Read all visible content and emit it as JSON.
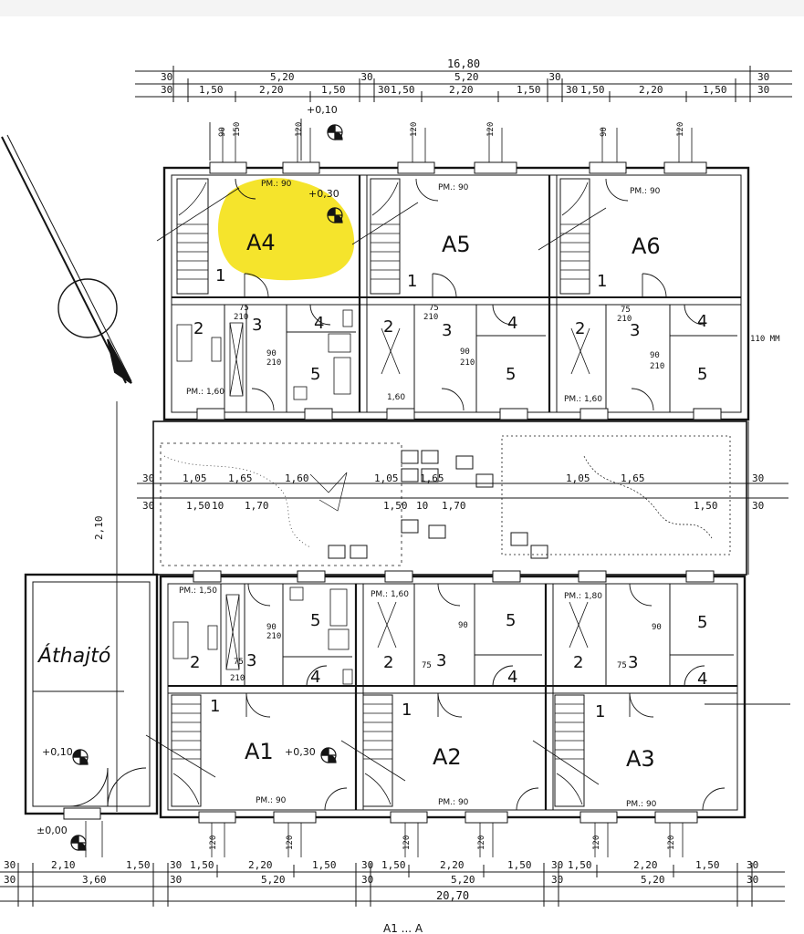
{
  "colors": {
    "ink": "#141414",
    "paper": "#ffffff",
    "highlight": "#f4e21a",
    "topband": "#f4f4f4"
  },
  "overall": {
    "top_total": "16,80",
    "bottom_total": "20,70"
  },
  "dims": {
    "top_row1": [
      "30",
      "5,20",
      "30",
      "5,20",
      "30",
      "30"
    ],
    "top_row2": [
      "30",
      "1,50",
      "2,20",
      "1,50",
      "30",
      "1,50",
      "2,20",
      "1,50",
      "30",
      "1,50",
      "2,20",
      "1,50",
      "30"
    ],
    "bottom_row1": [
      "30",
      "2,10",
      "1,50",
      "30",
      "1,50",
      "2,20",
      "1,50",
      "30",
      "1,50",
      "2,20",
      "1,50",
      "30",
      "1,50",
      "2,20",
      "1,50",
      "30"
    ],
    "bottom_row2": [
      "30",
      "3,60",
      "30",
      "5,20",
      "30",
      "5,20",
      "30",
      "5,20",
      "30"
    ],
    "mid_row": [
      "30",
      "1,05",
      "1,65",
      "1,60",
      "1,05",
      "1,65",
      "1,05",
      "1,65",
      "30"
    ],
    "mid_row2": [
      "30",
      "1,50",
      "10",
      "1,70",
      "1,50",
      "10",
      "1,70",
      "1,50",
      "30"
    ],
    "courtyard_side": "2,10",
    "tag_110": "110 MM"
  },
  "apartments": [
    {
      "id": "A4",
      "room1": "1",
      "rooms": [
        "2",
        "3",
        "4",
        "5"
      ],
      "pm": "PM.: 90",
      "pm_bath": "PM.: 1,60"
    },
    {
      "id": "A5",
      "room1": "1",
      "rooms": [
        "2",
        "3",
        "4",
        "5"
      ],
      "pm": "PM.: 90",
      "pm_bath": "1,60"
    },
    {
      "id": "A6",
      "room1": "1",
      "rooms": [
        "2",
        "3",
        "4",
        "5"
      ],
      "pm": "PM.: 90",
      "pm_bath": "PM.: 1,60"
    },
    {
      "id": "A1",
      "room1": "1",
      "rooms": [
        "2",
        "3",
        "4",
        "5"
      ],
      "pm": "PM.: 90",
      "pm_bath": "PM.: 1,50"
    },
    {
      "id": "A2",
      "room1": "1",
      "rooms": [
        "2",
        "3",
        "4",
        "5"
      ],
      "pm": "PM.: 90",
      "pm_bath": "PM.: 1,60"
    },
    {
      "id": "A3",
      "room1": "1",
      "rooms": [
        "2",
        "3",
        "4",
        "5"
      ],
      "pm": "PM.: 90",
      "pm_bath": "PM.: 1,80"
    }
  ],
  "door_labels": {
    "d1": "75",
    "d2": "210",
    "d3": "90",
    "d4": "120",
    "d5": "150"
  },
  "passage": {
    "label": "Áthajtó",
    "level": "+0,10",
    "ground": "±0,00"
  },
  "levels": {
    "upper": "+0,10",
    "a4": "+0,30",
    "a1": "+0,30"
  },
  "bottom_label": "A1 ... A"
}
